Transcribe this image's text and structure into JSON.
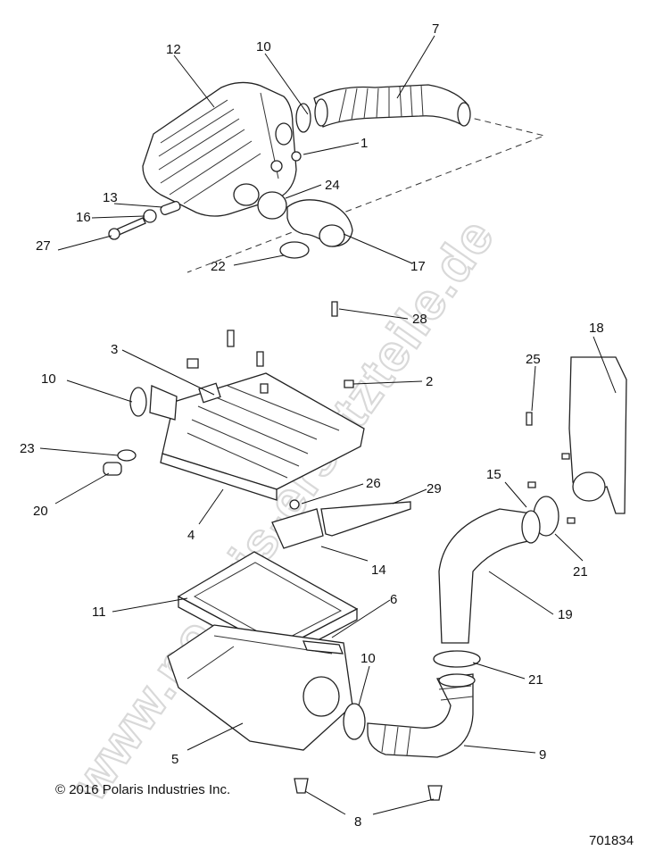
{
  "diagram": {
    "copyright": "© 2016 Polaris Industries Inc.",
    "drawing_number": "701834",
    "watermark": "www.polaris-ersatzteile.de",
    "parts": [
      {
        "id": "12",
        "label": "12"
      },
      {
        "id": "10a",
        "label": "10"
      },
      {
        "id": "7",
        "label": "7"
      },
      {
        "id": "1",
        "label": "1"
      },
      {
        "id": "13",
        "label": "13"
      },
      {
        "id": "24",
        "label": "24"
      },
      {
        "id": "16",
        "label": "16"
      },
      {
        "id": "27",
        "label": "27"
      },
      {
        "id": "22",
        "label": "22"
      },
      {
        "id": "17",
        "label": "17"
      },
      {
        "id": "28",
        "label": "28"
      },
      {
        "id": "18",
        "label": "18"
      },
      {
        "id": "3",
        "label": "3"
      },
      {
        "id": "25",
        "label": "25"
      },
      {
        "id": "10b",
        "label": "10"
      },
      {
        "id": "2",
        "label": "2"
      },
      {
        "id": "23",
        "label": "23"
      },
      {
        "id": "15",
        "label": "15"
      },
      {
        "id": "26",
        "label": "26"
      },
      {
        "id": "29",
        "label": "29"
      },
      {
        "id": "20",
        "label": "20"
      },
      {
        "id": "4",
        "label": "4"
      },
      {
        "id": "21a",
        "label": "21"
      },
      {
        "id": "14",
        "label": "14"
      },
      {
        "id": "11",
        "label": "11"
      },
      {
        "id": "6",
        "label": "6"
      },
      {
        "id": "19",
        "label": "19"
      },
      {
        "id": "10c",
        "label": "10"
      },
      {
        "id": "21b",
        "label": "21"
      },
      {
        "id": "5",
        "label": "5"
      },
      {
        "id": "9",
        "label": "9"
      },
      {
        "id": "8",
        "label": "8"
      }
    ]
  }
}
